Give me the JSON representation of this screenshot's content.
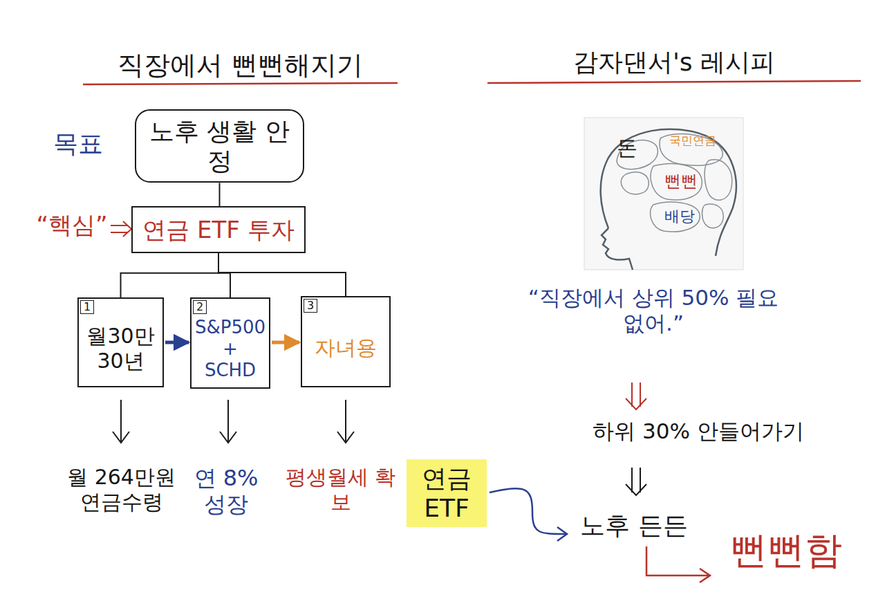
{
  "diagram": {
    "title": "직장에서 뻔뻔해지기",
    "nodes": [
      {
        "text": [
          "노후 생활 안정"
        ]
      },
      {
        "text": [
          "연금 ETF 투자"
        ]
      },
      {
        "text": [
          "1",
          "월30만 30년"
        ]
      },
      {
        "text": [
          "2",
          "S&P500 + SCHD"
        ]
      },
      {
        "text": [
          "3",
          "자녀용"
        ]
      }
    ],
    "edges": [
      {
        "from": 0,
        "to": 1,
        "arrow": "none"
      },
      {
        "from": 1,
        "to": 2,
        "arrow": "none"
      },
      {
        "from": 1,
        "to": 3,
        "arrow": "none"
      },
      {
        "from": 1,
        "to": 4,
        "arrow": "none"
      },
      {
        "from": 2,
        "to": 3,
        "arrow": "to"
      },
      {
        "from": 3,
        "to": 4,
        "arrow": "to"
      }
    ],
    "labels": [
      "감자댄서's 레시피",
      "목표",
      "“핵심”",
      "월 264만원 연금수령",
      "연 8% 성장",
      "평생월세 확보",
      "연금 ETF",
      "노후 든든",
      "뻔뻔함",
      "돈",
      "국민연금",
      "뻔뻔",
      "배당",
      "“직장에서 상위 50% 필요 없어.”",
      "하위 30% 안들어가기"
    ]
  }
}
